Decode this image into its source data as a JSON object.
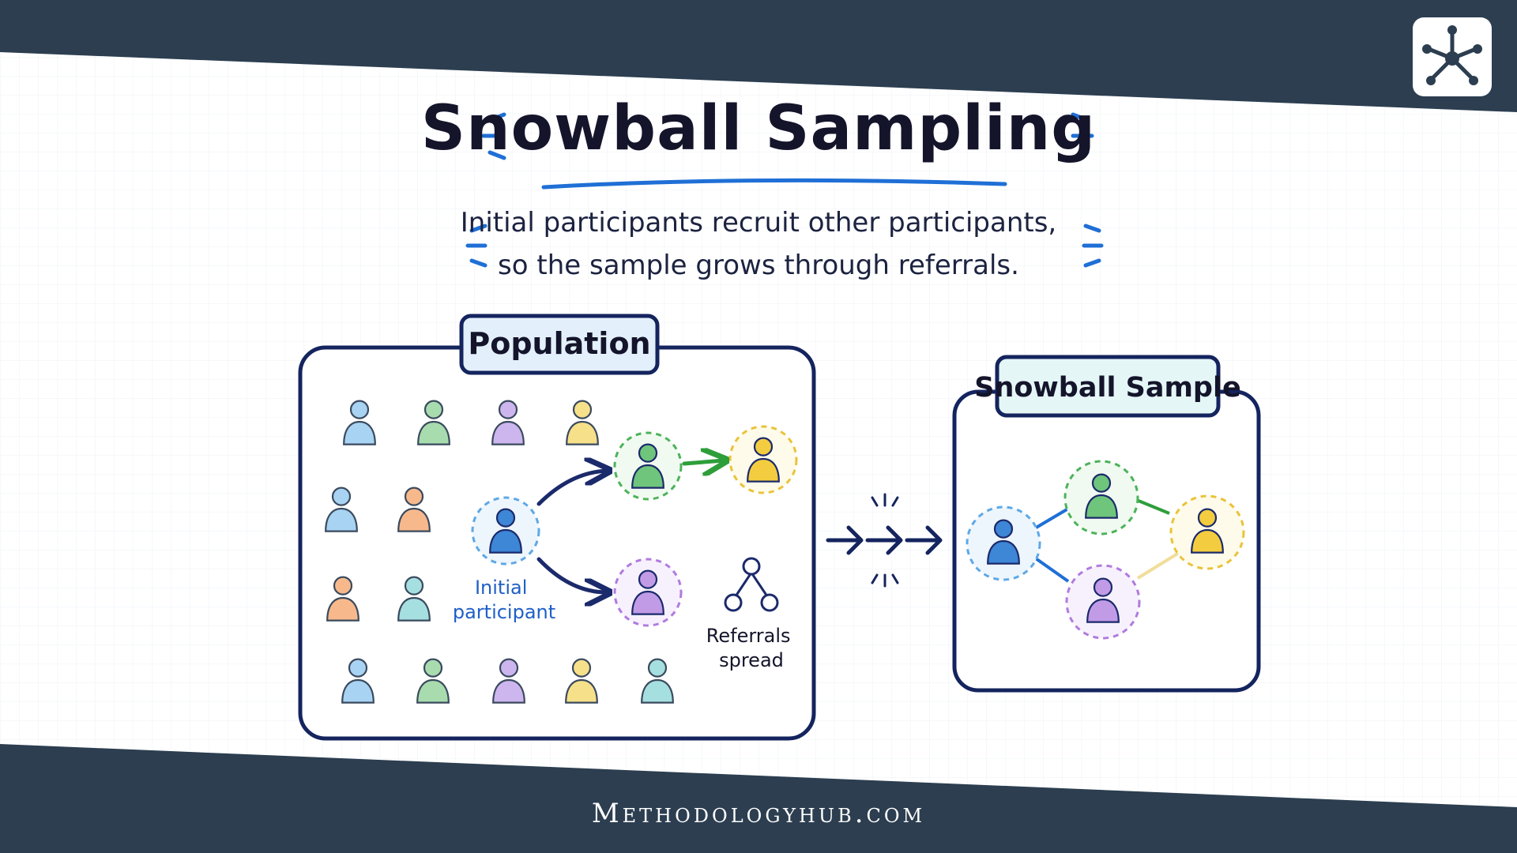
{
  "title": "Snowball Sampling",
  "subtitle": {
    "line1": "Initial participants recruit other participants,",
    "line2": "so the sample grows through referrals."
  },
  "population": {
    "label": "Population",
    "initial_participant_line1": "Initial",
    "initial_participant_line2": "participant",
    "referrals_line1": "Referrals",
    "referrals_line2": "spread"
  },
  "snowball_sample": {
    "label": "Snowball Sample"
  },
  "footer": {
    "site": "Methodologyhub.com"
  },
  "colors": {
    "navy": "#2c3e50",
    "ink": "#14142b",
    "blue": "#1f6fd6",
    "green": "#2e9e3a",
    "purple": "#a56fd6",
    "yellow": "#e3b400",
    "light_blue_person": "#a9d3f2",
    "green_person": "#a8dcae",
    "purple_person": "#cdb6ee",
    "yellow_person": "#f6e08a",
    "peach_person": "#f7b98c",
    "teal_person": "#a6dfe0"
  },
  "icons": {
    "network_logo": "network-hub-icon",
    "referral_tree": "referral-tree-icon",
    "person": "person-icon",
    "arrow": "arrow-icon",
    "sparkle": "sparkle-icon"
  }
}
